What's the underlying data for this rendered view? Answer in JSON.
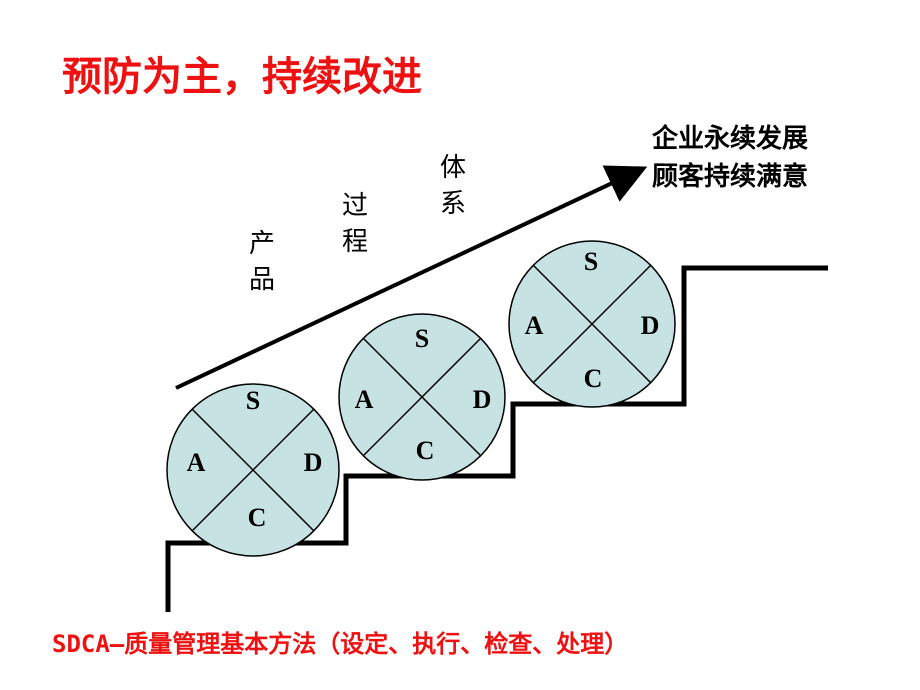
{
  "title": "预防为主，持续改进",
  "goal": {
    "line1": "企业永续发展",
    "line2": "顾客持续满意"
  },
  "levels": [
    {
      "chars": [
        "产",
        "品"
      ]
    },
    {
      "chars": [
        "过",
        "程"
      ]
    },
    {
      "chars": [
        "体",
        "系"
      ]
    }
  ],
  "wheel_letters": {
    "top": "S",
    "right": "D",
    "bottom": "C",
    "left": "A"
  },
  "footer": "SDCA—质量管理基本方法（设定、执行、检查、处理）",
  "colors": {
    "title": "#ee1111",
    "wheel_fill": "#c6e2e2",
    "line": "#000000"
  }
}
